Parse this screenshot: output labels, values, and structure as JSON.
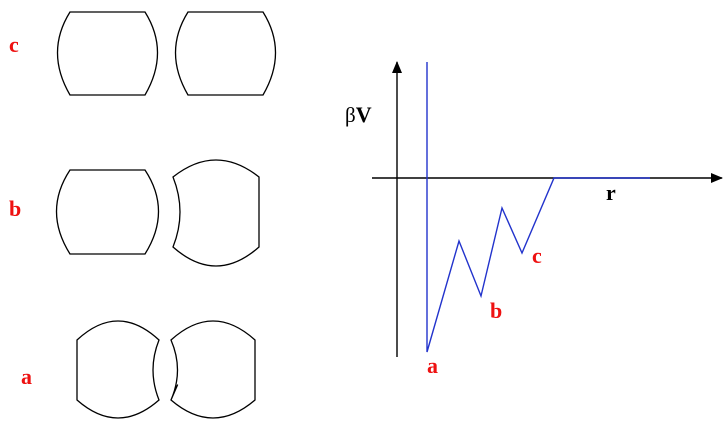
{
  "configurations": [
    {
      "label": "c"
    },
    {
      "label": "b"
    },
    {
      "label": "a"
    }
  ],
  "graph": {
    "y_axis_symbol": "β",
    "y_axis_var": "V",
    "x_axis_label": "r",
    "point_labels": [
      "a",
      "b",
      "c"
    ]
  },
  "colors": {
    "label": "#ee1111",
    "curve": "#2233cc",
    "stroke": "#000000"
  }
}
